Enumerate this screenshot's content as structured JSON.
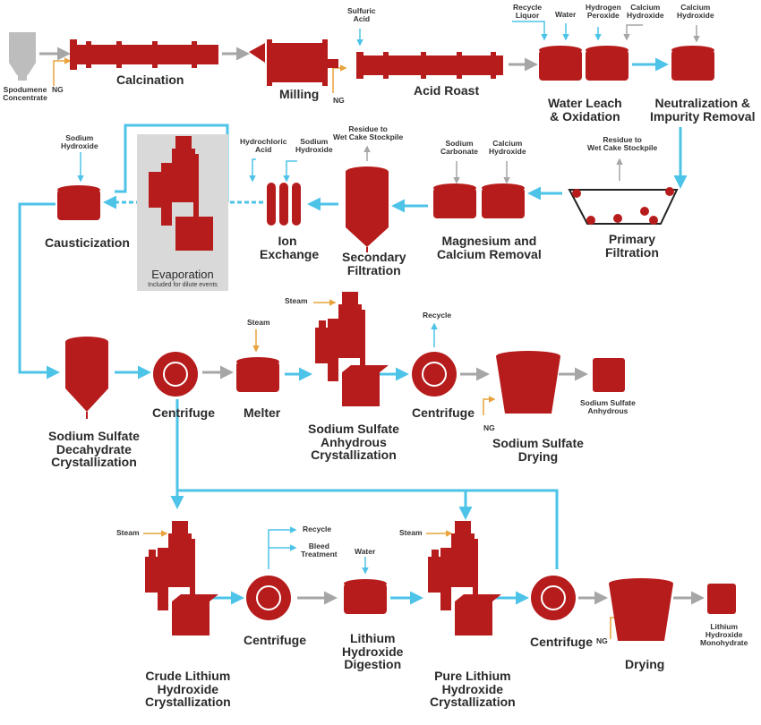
{
  "colors": {
    "equipment": "#b71c1c",
    "flow_main": "#4dc3e8",
    "flow_grey": "#a6a6a6",
    "ng_line": "#e8a33c",
    "hopper": "#bdbdbd"
  },
  "stages": {
    "calcination": "Calcination",
    "milling": "Milling",
    "acid_roast": "Acid Roast",
    "water_leach": [
      "Water Leach",
      "& Oxidation"
    ],
    "neutralization": [
      "Neutralization &",
      "Impurity Removal"
    ],
    "causticization": "Causticization",
    "evaporation": "Evaporation",
    "evaporation_note": "Included for dilute events",
    "ion_exchange": [
      "Ion",
      "Exchange"
    ],
    "secondary_filtration": [
      "Secondary",
      "Filtration"
    ],
    "mg_ca_removal": [
      "Magnesium and",
      "Calcium Removal"
    ],
    "primary_filtration": [
      "Primary",
      "Filtration"
    ],
    "decahydrate": [
      "Sodium Sulfate",
      "Decahydrate",
      "Crystallization"
    ],
    "centrifuge": "Centrifuge",
    "melter": "Melter",
    "anhydrous_cryst": [
      "Sodium Sulfate",
      "Anhydrous",
      "Crystallization"
    ],
    "ss_drying": [
      "Sodium Sulfate",
      "Drying"
    ],
    "crude_lioh": [
      "Crude Lithium",
      "Hydroxide",
      "Crystallization"
    ],
    "lioh_digestion": [
      "Lithium",
      "Hydroxide",
      "Digestion"
    ],
    "pure_lioh": [
      "Pure Lithium",
      "Hydroxide",
      "Crystallization"
    ],
    "drying": "Drying"
  },
  "inputs": {
    "spodumene": [
      "Spodumene",
      "Concentrate"
    ],
    "ng": "NG",
    "sulfuric_acid": [
      "Sulfuric",
      "Acid"
    ],
    "recycle_liquor": [
      "Recycle",
      "Liquor"
    ],
    "water": "Water",
    "hydrogen_peroxide": [
      "Hydrogen",
      "Peroxide"
    ],
    "calcium_hydroxide": [
      "Calcium",
      "Hydroxide"
    ],
    "sodium_hydroxide": [
      "Sodium",
      "Hydroxide"
    ],
    "hydrochloric_acid": [
      "Hydrochloric",
      "Acid"
    ],
    "residue_wet_cake": [
      "Residue to",
      "Wet Cake Stockpile"
    ],
    "sodium_carbonate": [
      "Sodium",
      "Carbonate"
    ],
    "steam": "Steam",
    "recycle": "Recycle",
    "bleed_treatment": [
      "Bleed",
      "Treatment"
    ]
  },
  "products": {
    "sodium_sulfate_anhydrous": [
      "Sodium Sulfate",
      "Anhydrous"
    ],
    "lioh_monohydrate": [
      "Lithium",
      "Hydroxide",
      "Monohydrate"
    ]
  }
}
